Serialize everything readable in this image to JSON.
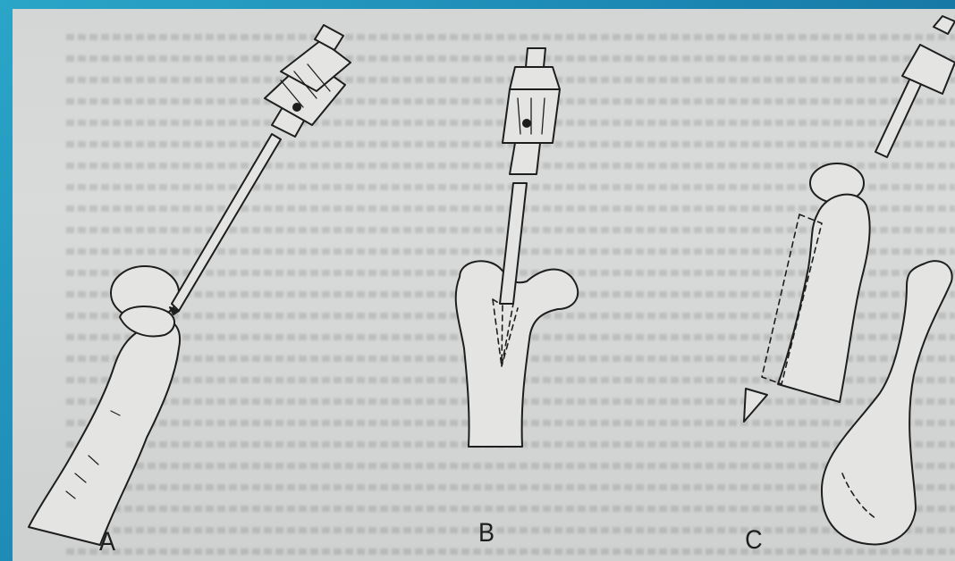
{
  "figure": {
    "panels": [
      {
        "label": "A"
      },
      {
        "label": "B"
      },
      {
        "label": "C"
      }
    ]
  },
  "colors": {
    "background": "#1b86b3",
    "page": "#d6d8d8",
    "ink": "#1e1e1e"
  },
  "icons": [
    "drill-chuck-icon",
    "femur-illustration"
  ]
}
